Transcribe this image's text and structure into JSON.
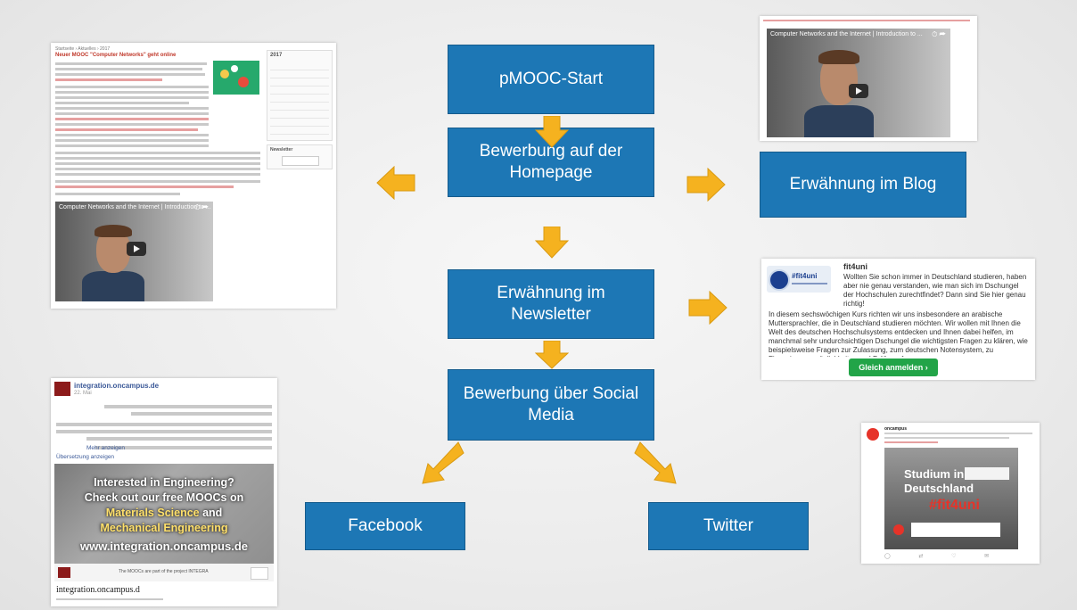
{
  "flow": {
    "start": "pMOOC-Start",
    "homepage": "Bewerbung auf der Homepage",
    "blog": "Erwähnung im Blog",
    "newsletter": "Erwähnung im Newsletter",
    "social": "Bewerbung über Social Media",
    "facebook": "Facebook",
    "twitter": "Twitter"
  },
  "colors": {
    "box": "#1d77b5",
    "arrow": "#f5b21f",
    "arrow_stroke": "#d99a12"
  },
  "homepage_shot": {
    "headline": "Neuer MOOC \"Computer Networks\" geht online",
    "sidebar_title": "2017",
    "newsletter_label": "Newsletter",
    "video_title": "Computer Networks and the Internet | Introduction to ..."
  },
  "blog_shot": {
    "video_title": "Computer Networks and the Internet | Introduction to ..."
  },
  "newsletter_shot": {
    "hashtag": "#fit4uni",
    "name": "fit4uni",
    "intro": "Wollten Sie schon immer in Deutschland studieren, haben aber nie genau verstanden, wie man sich im Dschungel der Hochschulen zurechtfindet? Dann sind Sie hier genau richtig!",
    "body": "In diesem sechswöchigen Kurs richten wir uns insbesondere an arabische Muttersprachler, die in Deutschland studieren möchten. Wir wollen mit Ihnen die Welt des deutschen Hochschulsystems entdecken und Ihnen dabei helfen, im manchmal sehr undurchsichtigen Dschungel die wichtigsten Fragen zu klären, wie beispielsweise Fragen zur Zulassung, zum deutschen Notensystem, zu Finanzierungsmöglichkeiten und Prüfungsformen.",
    "button": "Gleich anmelden ›"
  },
  "facebook_shot": {
    "page_name": "integration.oncampus.de",
    "date": "22. Mai",
    "mehr": "Mehr anzeigen",
    "uebersetzung": "Übersetzung anzeigen",
    "ad_line1": "Interested in Engineering?",
    "ad_line2": "Check out our free MOOCs on",
    "ad_line3": "Materials Science",
    "ad_line3b": " and",
    "ad_line4": "Mechanical Engineering",
    "ad_url": "www.integration.oncampus.de",
    "footer_text": "The MOOCs are part of the project INTEGRA",
    "link_title": "integration.oncampus.d"
  },
  "twitter_shot": {
    "handle": "oncampus",
    "image_text1": "Studium in",
    "image_text2": "Deutschland",
    "image_hashtag": "#fit4uni"
  }
}
